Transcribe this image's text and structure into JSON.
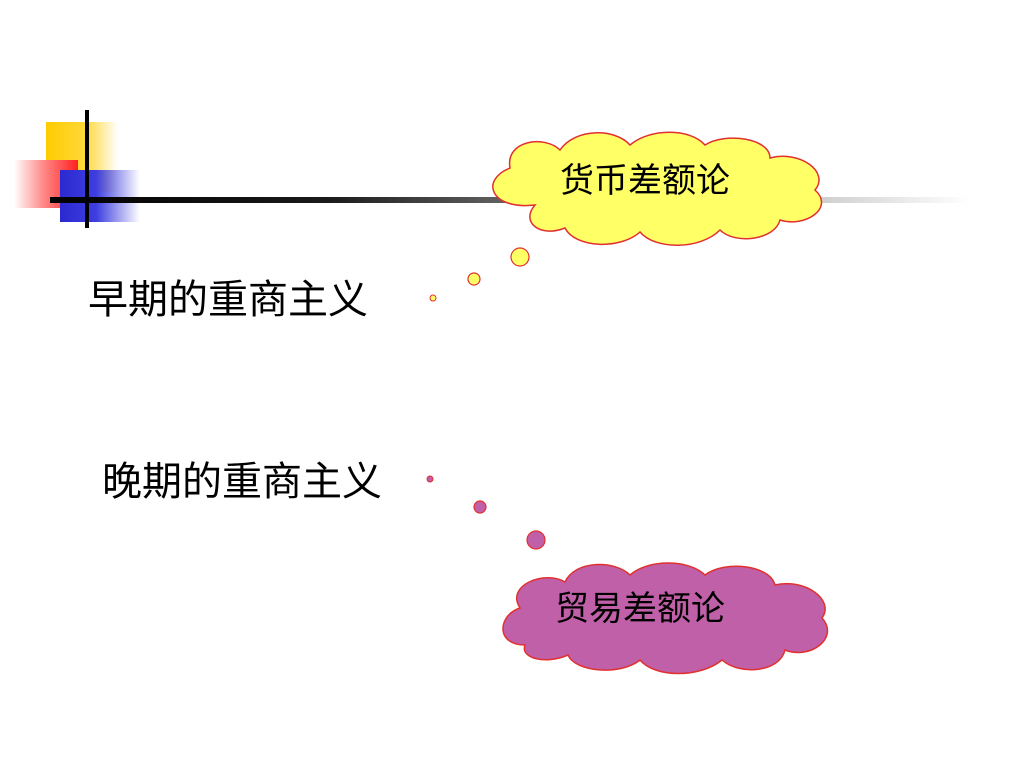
{
  "slide": {
    "heading_early": "早期的重商主义",
    "heading_late": "晚期的重商主义",
    "cloud_top": {
      "label": "货币差额论",
      "fill": "#ffff66",
      "stroke": "#e03030"
    },
    "cloud_bottom": {
      "label": "贸易差额论",
      "fill": "#c060a8",
      "stroke": "#e03030"
    },
    "colors": {
      "deco_yellow": "#ffcc00",
      "deco_red": "#ff2020",
      "deco_blue": "#2a2ad0",
      "line": "#000000"
    }
  }
}
